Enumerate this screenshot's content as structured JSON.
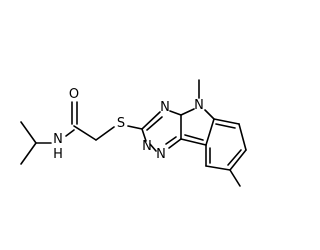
{
  "molecule": {
    "atoms": {
      "oxygen": "O",
      "amide_nitrogen": "N",
      "amide_hydrogen": "H",
      "sulfur": "S",
      "ring_nitrogen_1": "N",
      "ring_nitrogen_2": "N",
      "ring_nitrogen_3": "N",
      "indole_nitrogen": "N"
    }
  },
  "colors": {
    "bond": "#000000",
    "label": "#000000",
    "background": "#ffffff"
  }
}
